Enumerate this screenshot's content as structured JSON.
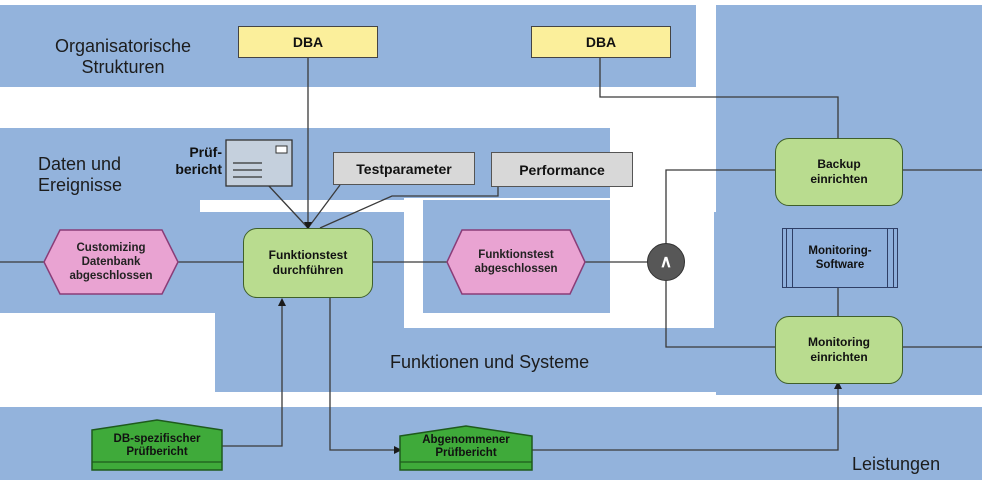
{
  "lanes": {
    "org": "Organisatorische\nStrukturen",
    "data": "Daten und\nEreignisse",
    "functions": "Funktionen und Systeme",
    "services": "Leistungen"
  },
  "roles": {
    "dba_left": "DBA",
    "dba_right": "DBA"
  },
  "data_objects": {
    "pruefbericht": "Prüf-\nbericht",
    "testparameter": "Testparameter",
    "performance": "Performance"
  },
  "events": {
    "customizing": "Customizing\nDatenbank\nabgeschlossen",
    "funktionstest_done": "Funktionstest\nabgeschlossen"
  },
  "functions": {
    "funktionstest": "Funktionstest\ndurchführen",
    "backup": "Backup\neinrichten",
    "monitoring": "Monitoring\neinrichten"
  },
  "systems": {
    "monitoring_software": "Monitoring-\nSoftware"
  },
  "connectors": {
    "and": "∧"
  },
  "products": {
    "db_pruefbericht": "DB-spezifischer\nPrüfbericht",
    "abgenommener": "Abgenommener\nPrüfbericht"
  },
  "colors": {
    "lane": "#93b3dc",
    "role": "#fbef9b",
    "function": "#b9dc8f",
    "event": "#e9a3d2",
    "product": "#3faa3a",
    "system": "#8fb0dc",
    "connector": "#575757"
  }
}
